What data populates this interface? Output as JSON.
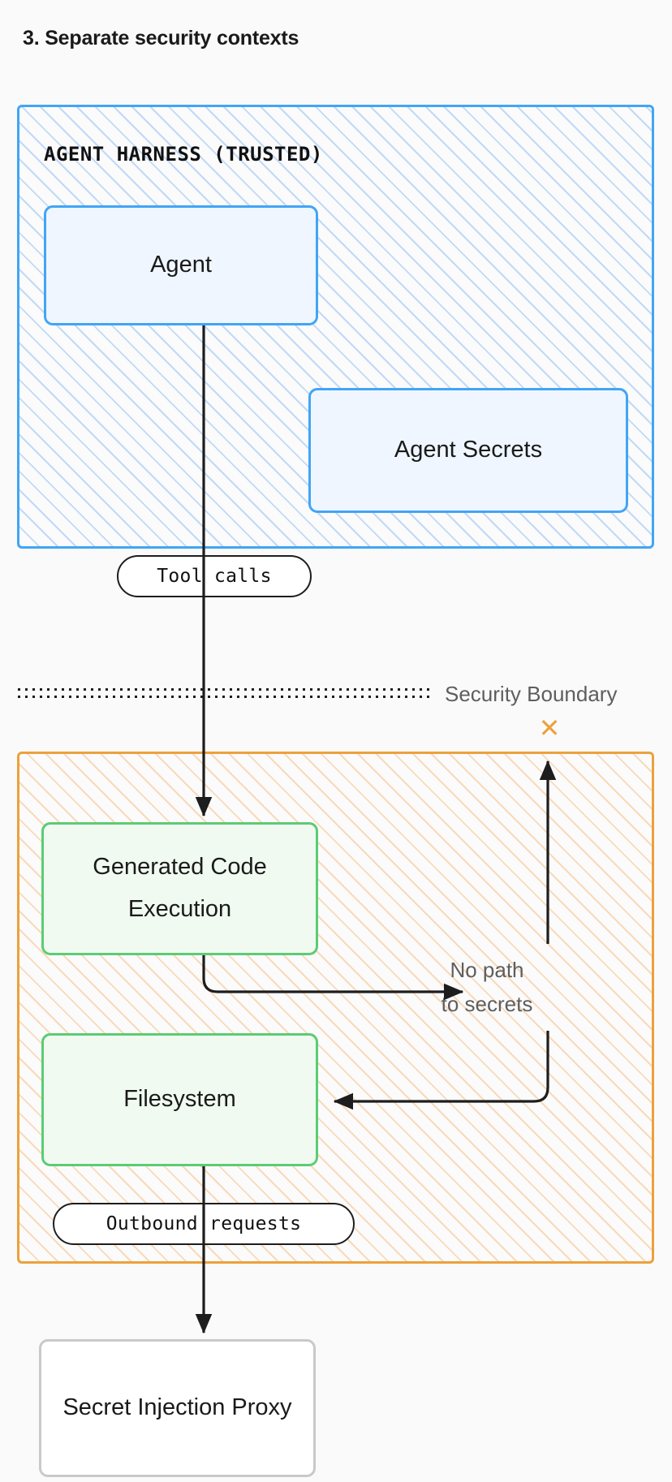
{
  "page": {
    "title": "3. Separate security contexts",
    "background": "#fafafa"
  },
  "colors": {
    "trusted_border": "#42a5f5",
    "trusted_hatch": "#90bef0",
    "sandbox_border": "#eca13c",
    "sandbox_hatch": "#f6be82",
    "node_blue_fill": "#eff6ff",
    "node_green_border": "#5ccc74",
    "node_green_fill": "#f0faf0",
    "node_plain_border": "#c9c9c9",
    "node_plain_fill": "#ffffff",
    "edge": "#1d1d1d",
    "annotation_text": "#5e5e5e",
    "warning": "#eca13c"
  },
  "zones": [
    {
      "id": "trusted",
      "label": "AGENT HARNESS (TRUSTED)",
      "border_color": "#42a5f5",
      "hatched": true
    },
    {
      "id": "sandbox",
      "label": "",
      "border_color": "#eca13c",
      "hatched": true
    }
  ],
  "nodes": [
    {
      "id": "agent",
      "label": "Agent",
      "zone": "trusted",
      "style": "blue"
    },
    {
      "id": "secrets",
      "label": "Agent Secrets",
      "zone": "trusted",
      "style": "blue"
    },
    {
      "id": "code_exec",
      "label": "Generated Code Execution",
      "zone": "sandbox",
      "style": "green"
    },
    {
      "id": "filesystem",
      "label": "Filesystem",
      "zone": "sandbox",
      "style": "green"
    },
    {
      "id": "proxy",
      "label": "Secret Injection Proxy",
      "zone": "outside",
      "style": "plain"
    }
  ],
  "edge_labels": [
    {
      "id": "tool_calls",
      "label": "Tool calls",
      "from": "agent",
      "to": "code_exec"
    },
    {
      "id": "outbound",
      "label": "Outbound requests",
      "from": "filesystem",
      "to": "proxy"
    }
  ],
  "annotations": [
    {
      "id": "security_boundary",
      "label": "Security Boundary",
      "style": "dotted-divider-label"
    },
    {
      "id": "no_path",
      "line1": "No path",
      "line2": "to secrets",
      "style": "muted"
    },
    {
      "id": "blocked_mark",
      "glyph": "✕",
      "icon": "x-mark-icon",
      "color": "#eca13c"
    }
  ],
  "edges": [
    {
      "from": "agent",
      "to": "code_exec",
      "arrow": true,
      "label": "Tool calls"
    },
    {
      "from": "code_exec",
      "to": "no_path",
      "arrow": true,
      "label": ""
    },
    {
      "from": "no_path",
      "to": "filesystem",
      "arrow": true,
      "label": ""
    },
    {
      "from": "no_path",
      "to": "blocked",
      "arrow": true,
      "label": ""
    },
    {
      "from": "filesystem",
      "to": "proxy",
      "arrow": true,
      "label": "Outbound requests"
    }
  ]
}
